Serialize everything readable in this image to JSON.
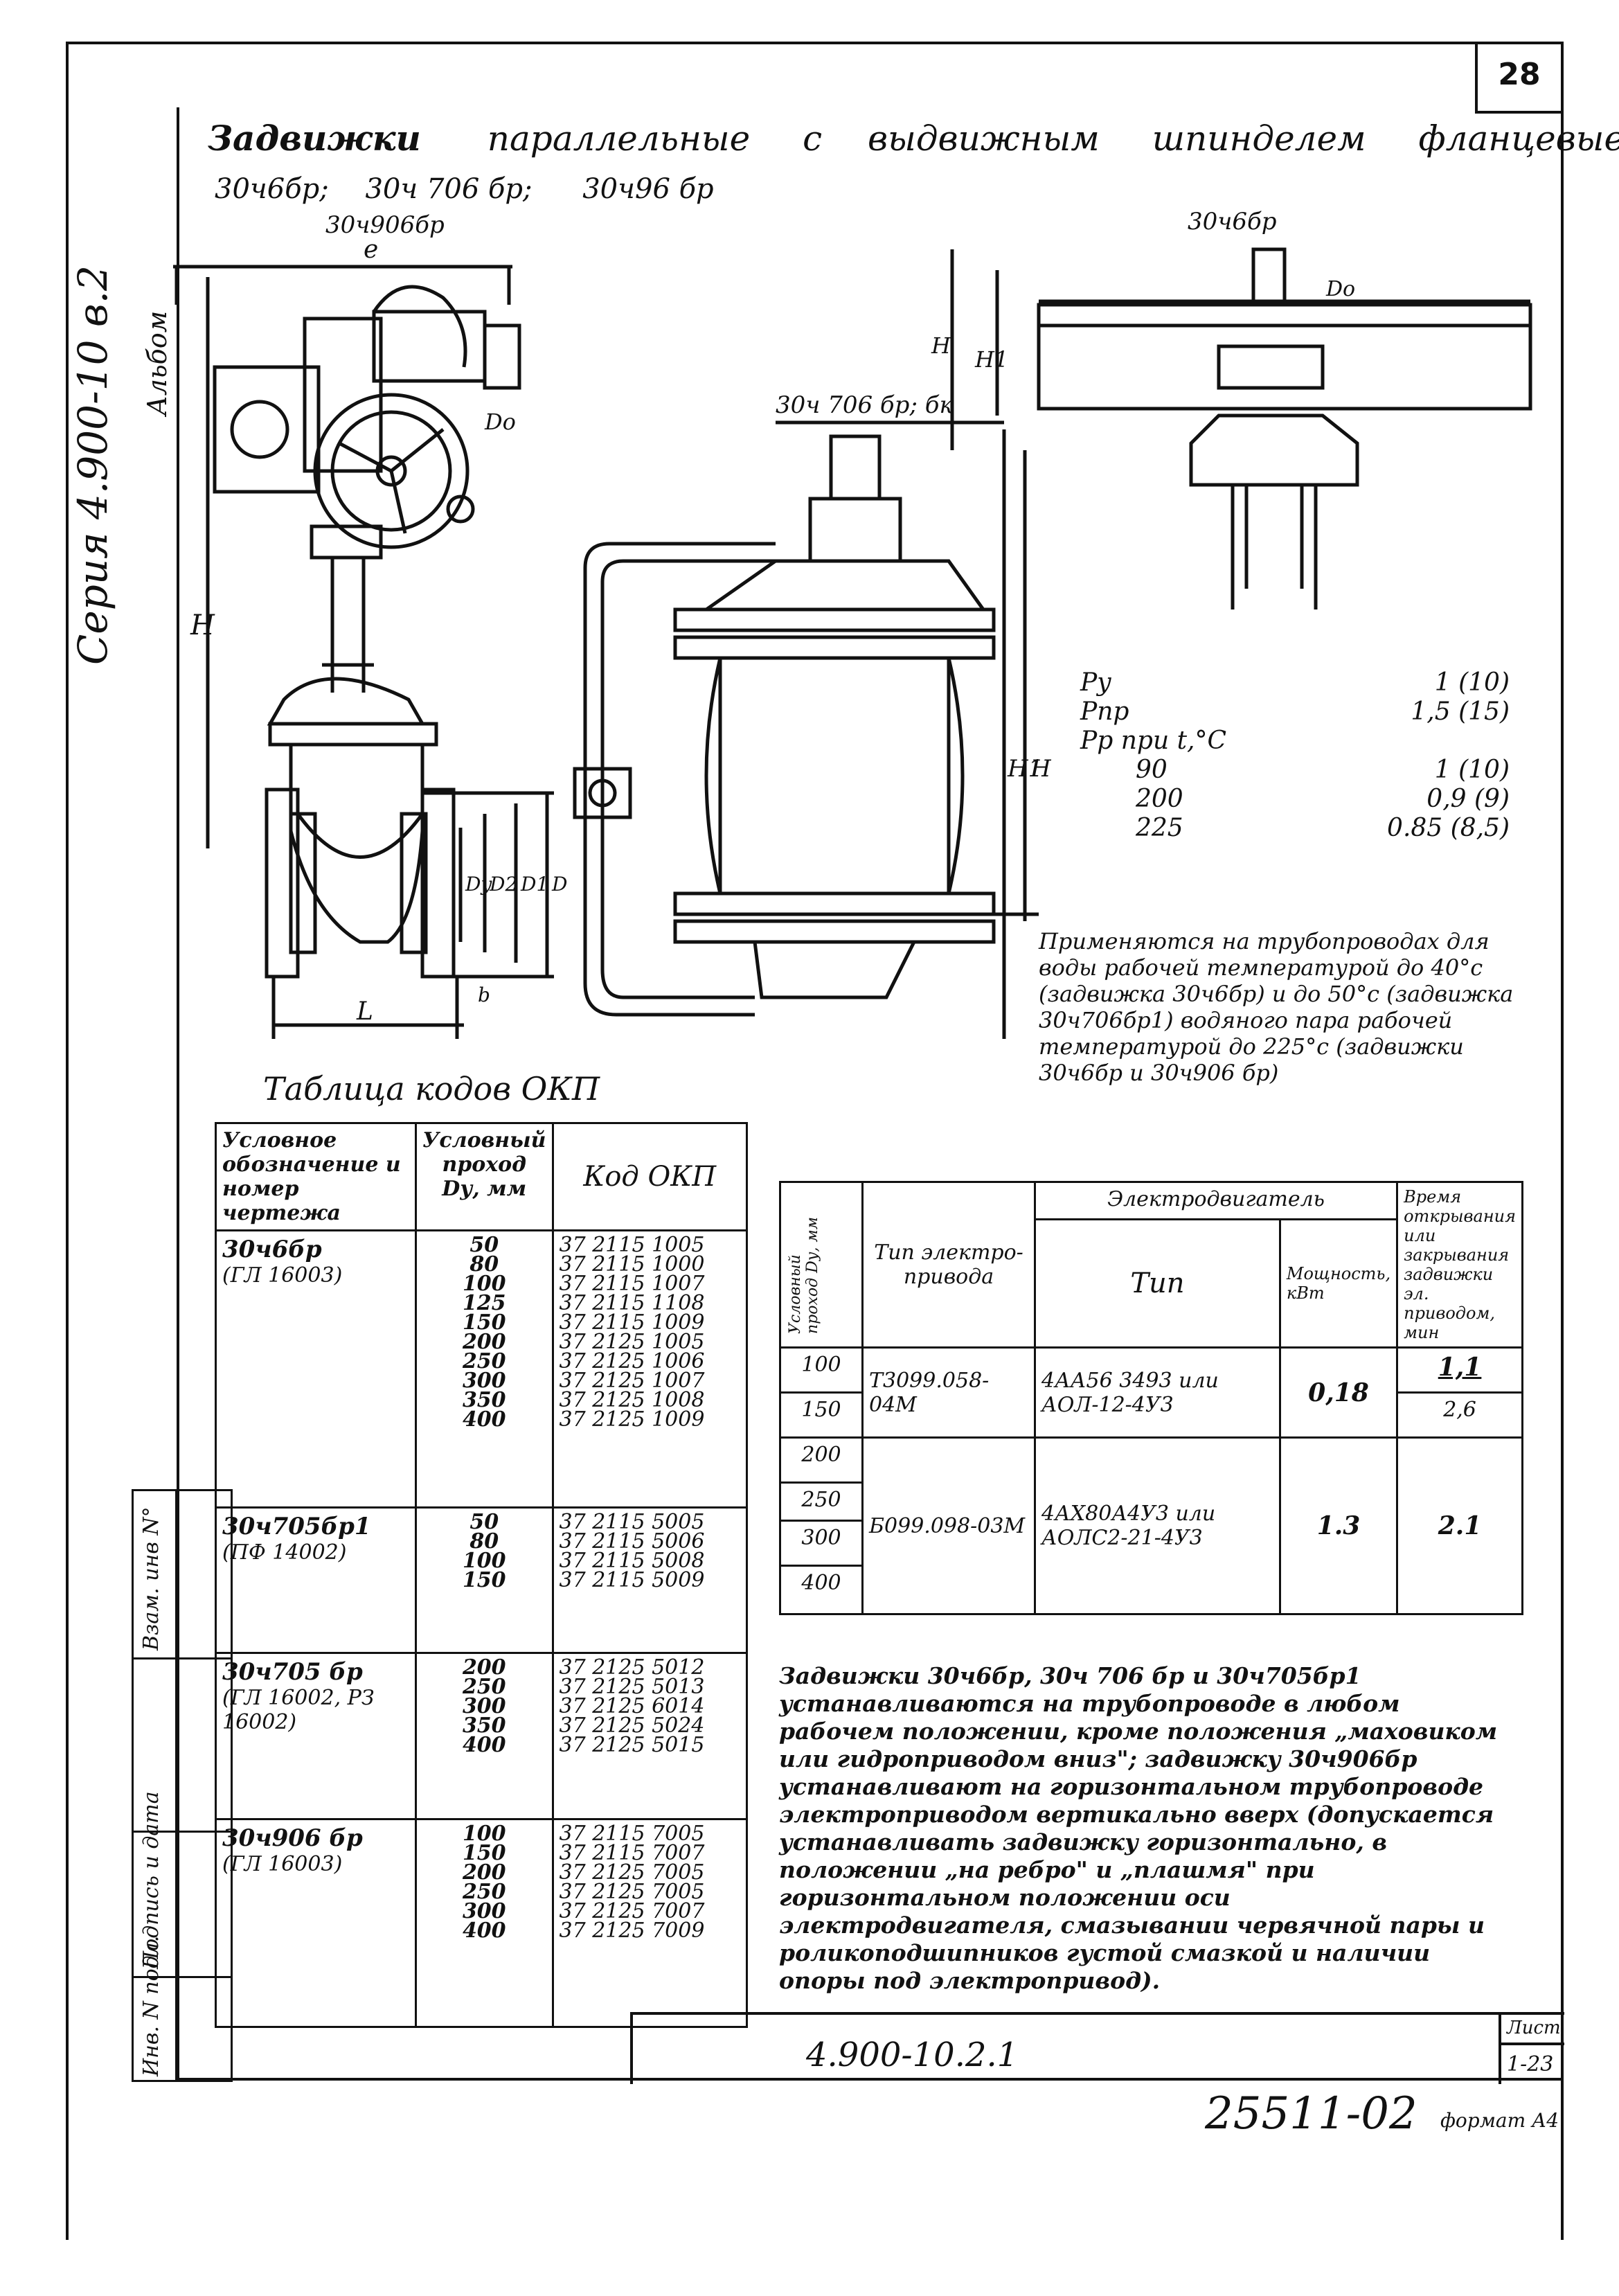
{
  "sheet_number": "28",
  "side_series": "Серия 4.900-10 в.2",
  "side_album": "Альбом",
  "title": {
    "line1_a": "Задвижки",
    "line1_b": "параллельные",
    "line1_c": "с",
    "line1_d": "выдвижным",
    "line1_e": "шпинделем",
    "line1_f": "фланцевые",
    "line2_a": "30ч6бр;",
    "line2_b": "30ч 706 бр;",
    "line2_c": "30ч96 бр",
    "line3": "30ч906бр"
  },
  "drawing_labels": {
    "left_L": "L",
    "left_H": "H",
    "left_Do": "Do",
    "left_e": "e",
    "dims": [
      "Dy",
      "D2",
      "D1",
      "D",
      "b"
    ],
    "middle_title": "30ч 706 бр; бк",
    "middle_H": "H",
    "middle_H1": "H1",
    "right_title": "30ч6бр",
    "right_Do": "Do",
    "right_H": "H",
    "right_H1": "H1"
  },
  "pressures": [
    {
      "label": "Py",
      "value": "1 (10)"
    },
    {
      "label": "Pпр",
      "value": "1,5 (15)"
    },
    {
      "label": "Pр при t,°C",
      "value": ""
    },
    {
      "label": "90",
      "value": "1 (10)"
    },
    {
      "label": "200",
      "value": "0,9 (9)"
    },
    {
      "label": "225",
      "value": "0.85 (8,5)"
    }
  ],
  "application_note": "Применяются на трубопроводах для воды рабочей температурой до 40°с (задвижка 30ч6бр) и до 50°с (задвижка 30ч706бр1) водяного пара рабочей температурой до 225°с (задвижки 30ч6бр и 30ч906 бр)",
  "okp_table": {
    "caption": "Таблица кодов ОКП",
    "headers": [
      "Условное обозначение и номер чертежа",
      "Условный проход Dу, мм",
      "Код ОКП"
    ],
    "groups": [
      {
        "name": "30ч6бр",
        "sub": "(ГЛ 16003)",
        "dy": [
          "50",
          "80",
          "100",
          "125",
          "150",
          "200",
          "250",
          "300",
          "350",
          "400"
        ],
        "codes": [
          "37 2115 1005",
          "37 2115 1000",
          "37 2115 1007",
          "37 2115 1108",
          "37 2115 1009",
          "37 2125 1005",
          "37 2125 1006",
          "37 2125 1007",
          "37 2125 1008",
          "37 2125 1009"
        ]
      },
      {
        "name": "30ч705бр1",
        "sub": "(ПФ 14002)",
        "dy": [
          "50",
          "80",
          "100",
          "150"
        ],
        "codes": [
          "37 2115 5005",
          "37 2115 5006",
          "37 2115 5008",
          "37 2115 5009"
        ]
      },
      {
        "name": "30ч705 бр",
        "sub": "(ГЛ 16002, РЗ 16002)",
        "dy": [
          "200",
          "250",
          "300",
          "350",
          "400"
        ],
        "codes": [
          "37 2125 5012",
          "37 2125 5013",
          "37 2125 6014",
          "37 2125 5024",
          "37 2125 5015"
        ]
      },
      {
        "name": "30ч906 бр",
        "sub": "(ГЛ 16003)",
        "dy": [
          "100",
          "150",
          "200",
          "250",
          "300",
          "400"
        ],
        "codes": [
          "37 2115 7005",
          "37 2115 7007",
          "37 2125 7005",
          "37 2125 7005",
          "37 2125 7007",
          "37 2125 7009"
        ]
      }
    ]
  },
  "drive_table": {
    "h_dy": "Условный проход Dу, мм",
    "h_drive": "Тип электро-привода",
    "h_motor_group": "Электродвигатель",
    "h_type": "Тип",
    "h_power": "Мощность, кВт",
    "h_time": "Время открывания или закрывания задвижки эл. приводом, мин",
    "dy": [
      "100",
      "150",
      "200",
      "250",
      "300",
      "400"
    ],
    "row1": {
      "drive": "Т3099.058-04М",
      "type": "4АА56 3493 или АОЛ-12-4У3",
      "power": "0,18",
      "time_a": "1,1",
      "time_b": "2,6"
    },
    "row2": {
      "drive": "Б099.098-03М",
      "type": "4АХ80А4У3 или АОЛС2-21-4У3",
      "power": "1.3",
      "time": "2.1"
    }
  },
  "install_note": "Задвижки 30ч6бр, 30ч 706 бр и 30ч705бр1 устанавливаются на трубопроводе в любом рабочем положении, кроме положения „маховиком или гидроприводом вниз\"; задвижку 30ч906бр устанавливают на горизонтальном трубопроводе электроприводом вертикально вверх (допускается устанавливать задвижку горизонтально, в положении „на ребро\" и „плашмя\" при горизонтальном положении оси электродвигателя, смазывании червячной пары и роликоподшипников густой смазкой и наличии опоры под электропривод).",
  "stamp": {
    "code": "4.900-10.2.1",
    "sheet_label": "Лист",
    "sheet_value": "1-23"
  },
  "left_stamp": [
    "Инв. N подл.",
    "Подпись и дата",
    "Взам. инв N°"
  ],
  "bottom_number": "25511-02",
  "format": "формат А4"
}
